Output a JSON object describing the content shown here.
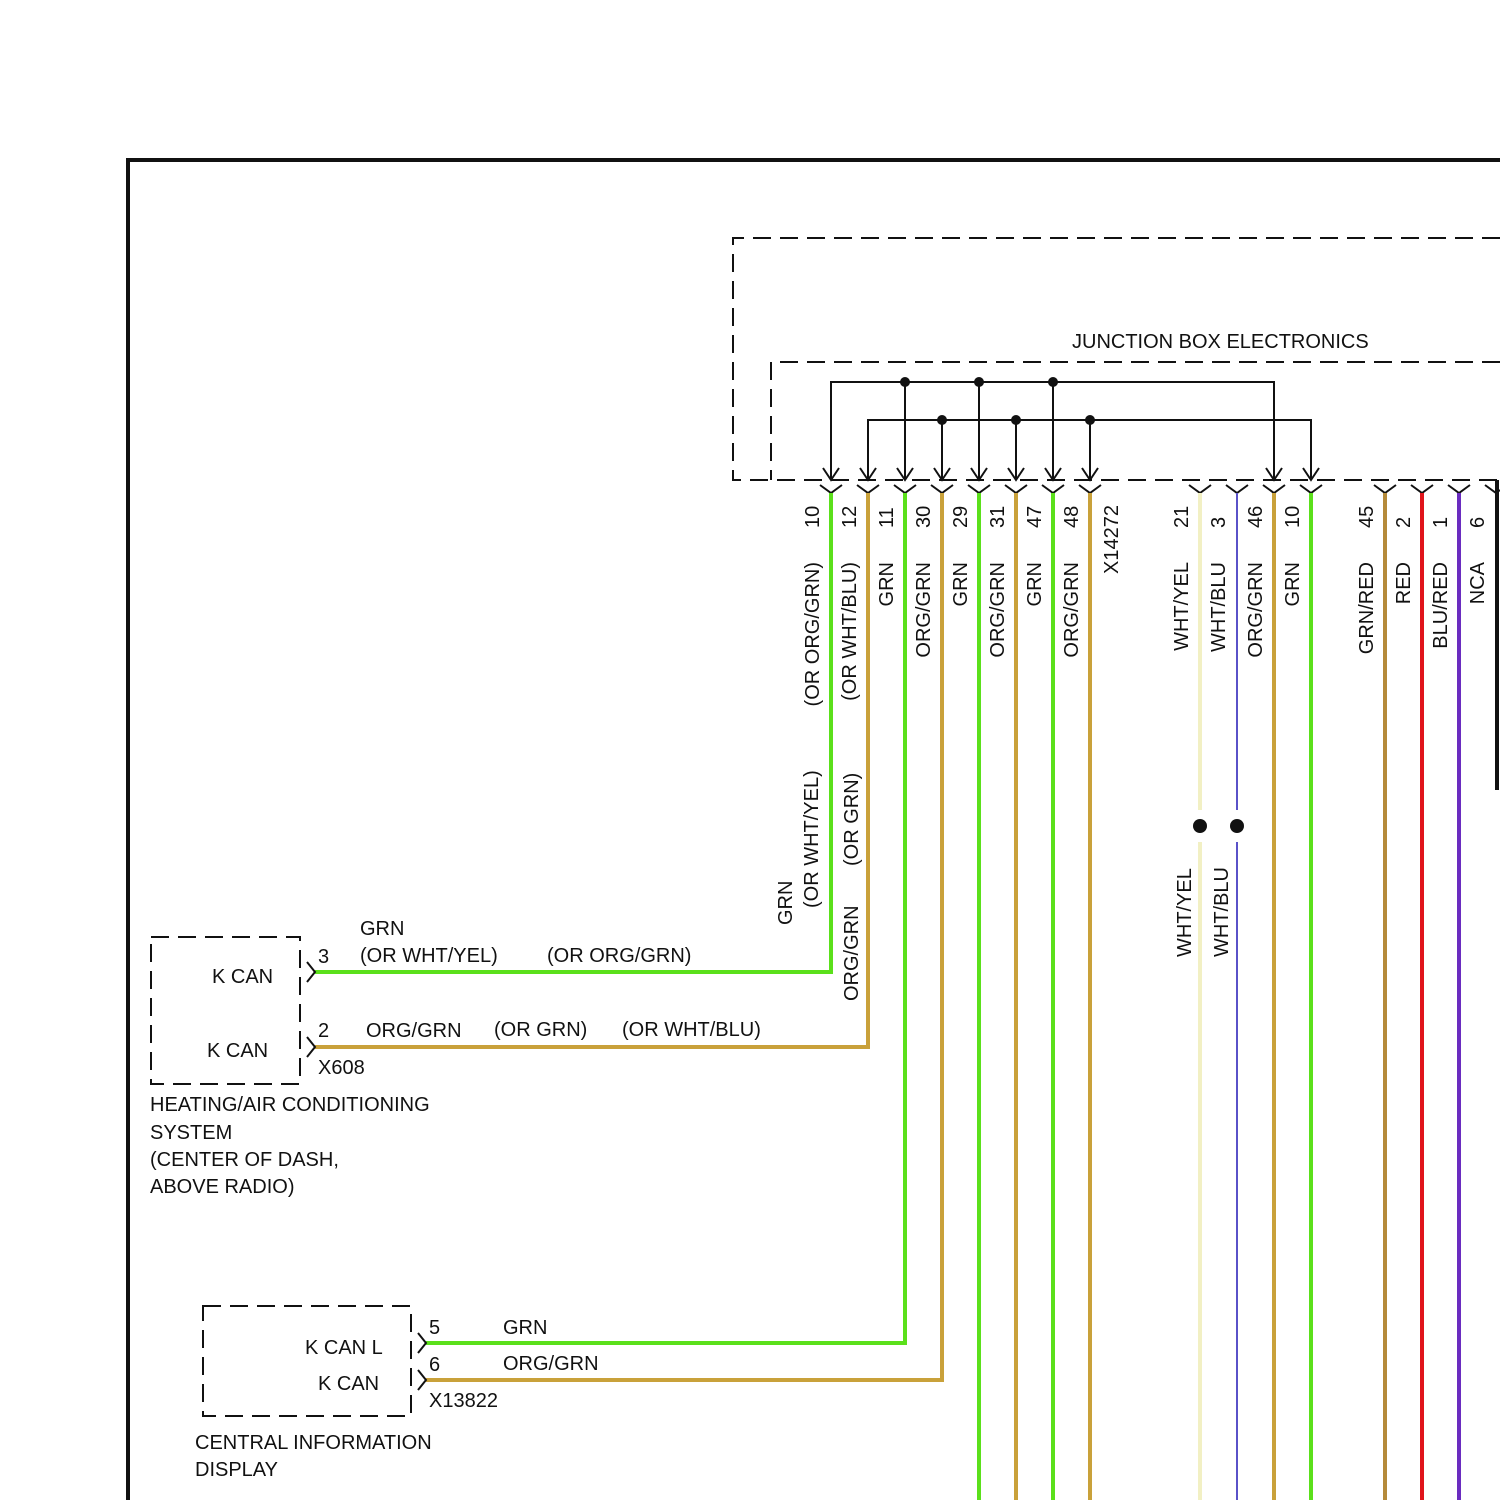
{
  "colors": {
    "GRN": "#5be01b",
    "ORG_GRN": "#c9a13a",
    "WHT_YEL": "#f2f0c4",
    "WHT_BLU": "#5a52c8",
    "GRN_RED": "#b58a3a",
    "RED": "#e0141b",
    "BLU_RED": "#6a2cc0",
    "NCA": "#ffffff",
    "line": "#111111"
  },
  "junction_box": {
    "title": "JUNCTION BOX ELECTRONICS",
    "connector": "X14272"
  },
  "pins_left": [
    {
      "pin": "10",
      "wire": "(OR ORG/GRN)"
    },
    {
      "pin": "12",
      "wire": "(OR WHT/BLU)"
    },
    {
      "pin": "11",
      "wire": "GRN"
    },
    {
      "pin": "30",
      "wire": "ORG/GRN"
    },
    {
      "pin": "29",
      "wire": "GRN"
    },
    {
      "pin": "31",
      "wire": "ORG/GRN"
    },
    {
      "pin": "47",
      "wire": "GRN"
    },
    {
      "pin": "48",
      "wire": "ORG/GRN"
    }
  ],
  "pins_mid": [
    {
      "pin": "21",
      "wire": "WHT/YEL"
    },
    {
      "pin": "3",
      "wire": "WHT/BLU"
    },
    {
      "pin": "46",
      "wire": "ORG/GRN"
    },
    {
      "pin": "10",
      "wire": "GRN"
    }
  ],
  "pins_right": [
    {
      "pin": "45",
      "wire": "GRN/RED"
    },
    {
      "pin": "2",
      "wire": "RED"
    },
    {
      "pin": "1",
      "wire": "BLU/RED"
    },
    {
      "pin": "6",
      "wire": "NCA"
    }
  ],
  "vertical_labels": {
    "wire10_alt": "(OR WHT/YEL)",
    "wire10_main": "GRN",
    "wire12_alt": "(OR GRN)",
    "wire12_main": "ORG/GRN",
    "splice_wht_yel": "WHT/YEL",
    "splice_wht_blu": "WHT/BLU"
  },
  "hvac": {
    "name": "HEATING/AIR CONDITIONING\nSYSTEM\n(CENTER OF DASH,\nABOVE RADIO)",
    "name_lines": [
      "HEATING/AIR CONDITIONING",
      "SYSTEM",
      "(CENTER OF DASH,",
      "ABOVE RADIO)"
    ],
    "connector": "X608",
    "pins": [
      {
        "pin": "3",
        "func": "K CAN",
        "labels": [
          "GRN",
          "(OR WHT/YEL)",
          "(OR ORG/GRN)"
        ]
      },
      {
        "pin": "2",
        "func": "K CAN",
        "labels": [
          "ORG/GRN",
          "(OR GRN)",
          "(OR WHT/BLU)"
        ]
      }
    ]
  },
  "cid": {
    "name_lines": [
      "CENTRAL INFORMATION",
      "DISPLAY"
    ],
    "connector": "X13822",
    "pins": [
      {
        "pin": "5",
        "func": "K CAN L",
        "label": "GRN"
      },
      {
        "pin": "6",
        "func": "K CAN",
        "label": "ORG/GRN"
      }
    ]
  }
}
